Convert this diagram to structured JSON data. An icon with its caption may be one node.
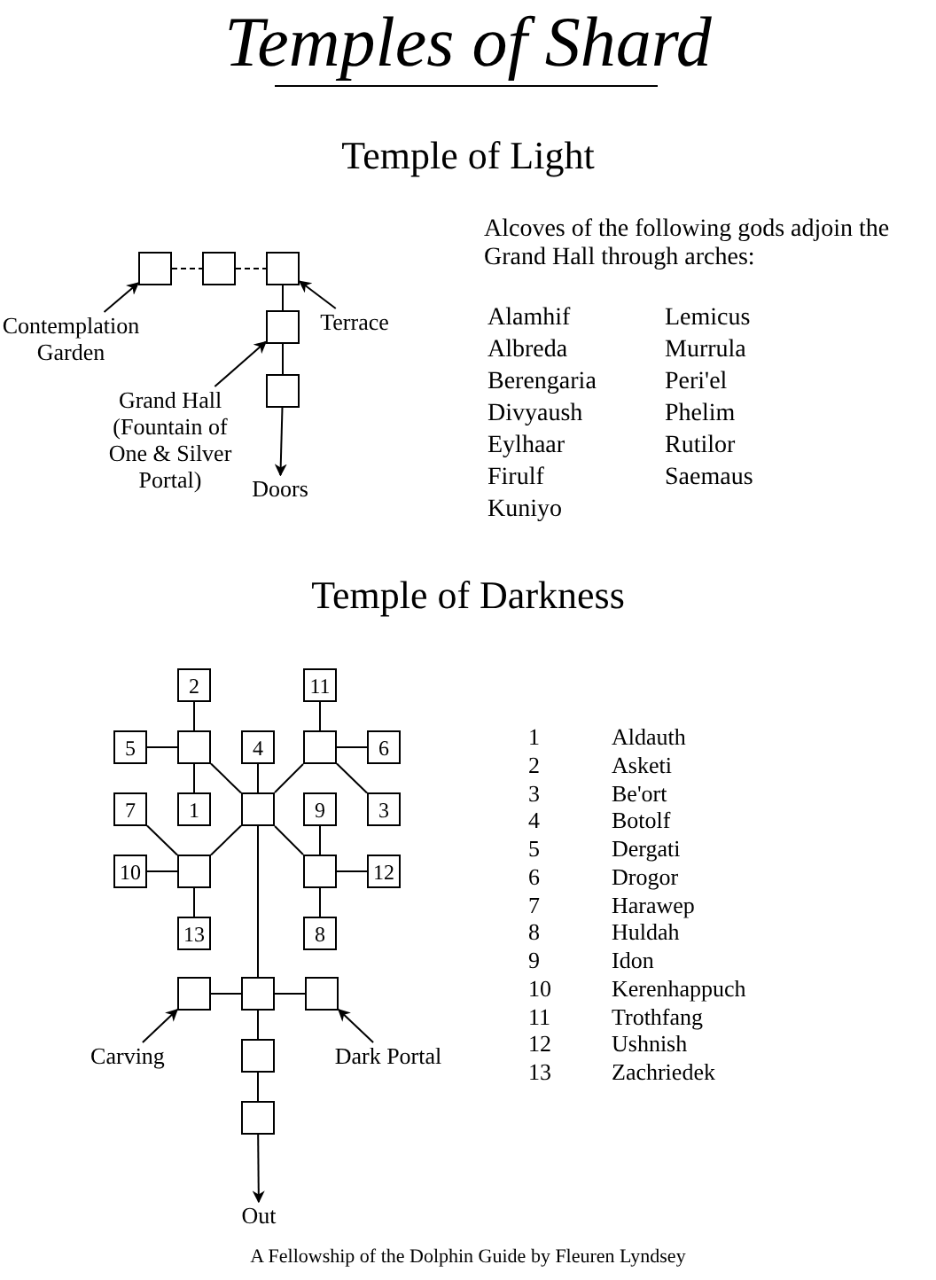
{
  "diagram": {
    "title": "Temples of Shard",
    "caption": "A Fellowship of the Dolphin Guide by Fleuren Lyndsey",
    "nodes": [
      {
        "text": [],
        "shape": "box"
      },
      {
        "text": [],
        "shape": "box"
      },
      {
        "text": [],
        "shape": "box"
      },
      {
        "text": [
          "Contemplation Garden"
        ]
      },
      {
        "text": [
          "Terrace"
        ]
      },
      {
        "text": [],
        "shape": "box"
      },
      {
        "text": [],
        "shape": "box"
      },
      {
        "text": [
          "Grand Hall (Fountain of One & Silver Portal)"
        ]
      },
      {
        "text": [
          "Doors"
        ]
      },
      {
        "text": [
          "2"
        ]
      },
      {
        "text": [
          "11"
        ]
      },
      {
        "text": [
          "5"
        ]
      },
      {
        "text": [],
        "shape": "box"
      },
      {
        "text": [
          "4"
        ]
      },
      {
        "text": [],
        "shape": "box"
      },
      {
        "text": [
          "6"
        ]
      },
      {
        "text": [
          "7"
        ]
      },
      {
        "text": [
          "1"
        ]
      },
      {
        "text": [],
        "shape": "box"
      },
      {
        "text": [
          "9"
        ]
      },
      {
        "text": [
          "3"
        ]
      },
      {
        "text": [
          "10"
        ]
      },
      {
        "text": [],
        "shape": "box"
      },
      {
        "text": [],
        "shape": "box"
      },
      {
        "text": [
          "12"
        ]
      },
      {
        "text": [
          "13"
        ]
      },
      {
        "text": [
          "8"
        ]
      },
      {
        "text": [],
        "shape": "box"
      },
      {
        "text": [],
        "shape": "box"
      },
      {
        "text": [],
        "shape": "box"
      },
      {
        "text": [
          "Carving"
        ]
      },
      {
        "text": [
          "Dark Portal"
        ]
      },
      {
        "text": [],
        "shape": "box"
      },
      {
        "text": [],
        "shape": "box"
      },
      {
        "text": [
          "Out"
        ]
      }
    ],
    "edges": [
      {
        "from": 0,
        "to": 1,
        "arrow": "none",
        "style": "dashed"
      },
      {
        "from": 1,
        "to": 2,
        "arrow": "none",
        "style": "dashed"
      },
      {
        "from": 2,
        "to": 5,
        "arrow": "none"
      },
      {
        "from": 5,
        "to": 6,
        "arrow": "none"
      },
      {
        "from": 6,
        "to": 8,
        "arrow": "to"
      },
      {
        "from": 3,
        "to": 0,
        "arrow": "to"
      },
      {
        "from": 4,
        "to": 2,
        "arrow": "to"
      },
      {
        "from": 7,
        "to": 5,
        "arrow": "to"
      },
      {
        "from": 9,
        "to": 12,
        "arrow": "none"
      },
      {
        "from": 11,
        "to": 12,
        "arrow": "none"
      },
      {
        "from": 12,
        "to": 17,
        "arrow": "none"
      },
      {
        "from": 12,
        "to": 18,
        "arrow": "none"
      },
      {
        "from": 13,
        "to": 18,
        "arrow": "none"
      },
      {
        "from": 10,
        "to": 14,
        "arrow": "none"
      },
      {
        "from": 14,
        "to": 15,
        "arrow": "none"
      },
      {
        "from": 14,
        "to": 20,
        "arrow": "none"
      },
      {
        "from": 14,
        "to": 18,
        "arrow": "none"
      },
      {
        "from": 16,
        "to": 22,
        "arrow": "none"
      },
      {
        "from": 18,
        "to": 22,
        "arrow": "none"
      },
      {
        "from": 21,
        "to": 22,
        "arrow": "none"
      },
      {
        "from": 22,
        "to": 25,
        "arrow": "none"
      },
      {
        "from": 18,
        "to": 23,
        "arrow": "none"
      },
      {
        "from": 19,
        "to": 23,
        "arrow": "none"
      },
      {
        "from": 23,
        "to": 24,
        "arrow": "none"
      },
      {
        "from": 23,
        "to": 26,
        "arrow": "none"
      },
      {
        "from": 18,
        "to": 28,
        "arrow": "none"
      },
      {
        "from": 27,
        "to": 28,
        "arrow": "none"
      },
      {
        "from": 28,
        "to": 29,
        "arrow": "none"
      },
      {
        "from": 28,
        "to": 32,
        "arrow": "none"
      },
      {
        "from": 32,
        "to": 33,
        "arrow": "none"
      },
      {
        "from": 33,
        "to": 34,
        "arrow": "to"
      },
      {
        "from": 30,
        "to": 27,
        "arrow": "to"
      },
      {
        "from": 31,
        "to": 29,
        "arrow": "to"
      }
    ],
    "labels": [
      "Temple of Light",
      "Alcoves of the following gods adjoin the Grand Hall through arches:",
      "Alamhif",
      "Lemicus",
      "Albreda",
      "Murrula",
      "Berengaria",
      "Peri'el",
      "Divyaush",
      "Phelim",
      "Eylhaar",
      "Rutilor",
      "Firulf",
      "Saemaus",
      "Kuniyo",
      "Temple of Darkness",
      "1",
      "Aldauth",
      "2",
      "Asketi",
      "3",
      "Be'ort",
      "4",
      "Botolf",
      "5",
      "Dergati",
      "6",
      "Drogor",
      "7",
      "Harawep",
      "8",
      "Huldah",
      "9",
      "Idon",
      "10",
      "Kerenhappuch",
      "11",
      "Trothfang",
      "12",
      "Ushnish",
      "13",
      "Zachriedek"
    ]
  }
}
